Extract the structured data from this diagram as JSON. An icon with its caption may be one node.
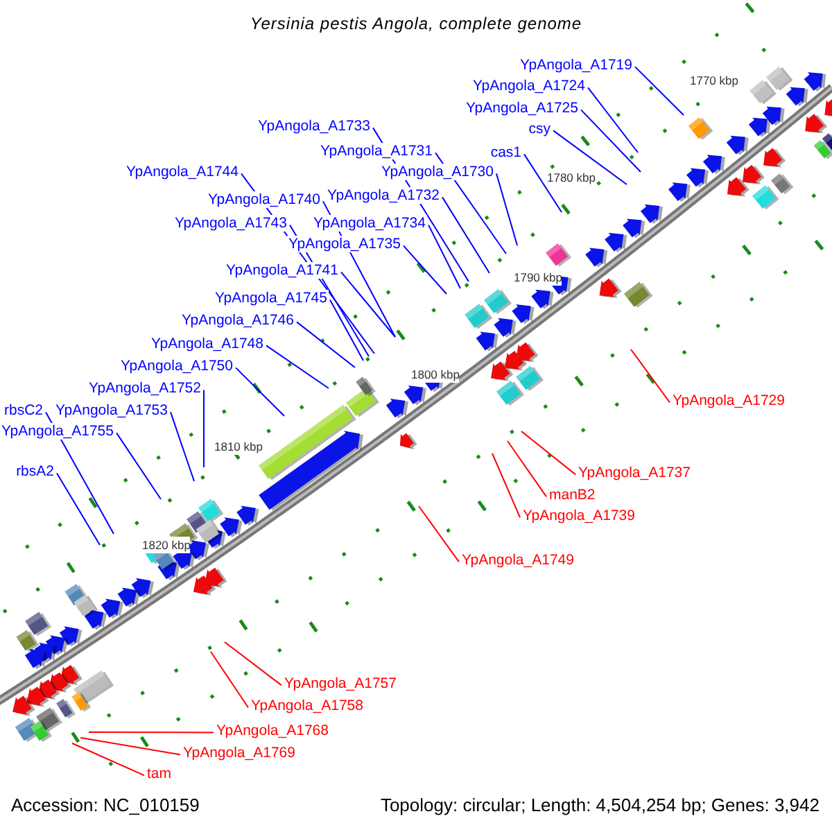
{
  "diagram": {
    "title": "Yersinia pestis Angola, complete genome",
    "nodes": [
      {
        "text": [
          "YpAngola_A1719"
        ]
      },
      {
        "text": [
          "YpAngola_A1724"
        ]
      },
      {
        "text": [
          "YpAngola_A1725"
        ]
      },
      {
        "text": [
          "YpAngola_A1733"
        ]
      },
      {
        "text": [
          "csy"
        ]
      },
      {
        "text": [
          "YpAngola_A1731"
        ]
      },
      {
        "text": [
          "cas1"
        ]
      },
      {
        "text": [
          "YpAngola_A1744"
        ]
      },
      {
        "text": [
          "YpAngola_A1730"
        ]
      },
      {
        "text": [
          "YpAngola_A1732"
        ]
      },
      {
        "text": [
          "YpAngola_A1740"
        ]
      },
      {
        "text": [
          "YpAngola_A1743"
        ]
      },
      {
        "text": [
          "YpAngola_A1734"
        ]
      },
      {
        "text": [
          "YpAngola_A1735"
        ]
      },
      {
        "text": [
          "YpAngola_A1741"
        ]
      },
      {
        "text": [
          "YpAngola_A1745"
        ]
      },
      {
        "text": [
          "YpAngola_A1746"
        ]
      },
      {
        "text": [
          "YpAngola_A1748"
        ]
      },
      {
        "text": [
          "YpAngola_A1750"
        ]
      },
      {
        "text": [
          "YpAngola_A1729"
        ]
      },
      {
        "text": [
          "YpAngola_A1752"
        ]
      },
      {
        "text": [
          "rbsC2"
        ]
      },
      {
        "text": [
          "YpAngola_A1753"
        ]
      },
      {
        "text": [
          "YpAngola_A1755"
        ]
      },
      {
        "text": [
          "rbsA2"
        ]
      },
      {
        "text": [
          "YpAngola_A1737"
        ]
      },
      {
        "text": [
          "manB2"
        ]
      },
      {
        "text": [
          "YpAngola_A1739"
        ]
      },
      {
        "text": [
          "YpAngola_A1749"
        ]
      },
      {
        "text": [
          "YpAngola_A1757"
        ]
      },
      {
        "text": [
          "YpAngola_A1758"
        ]
      },
      {
        "text": [
          "YpAngola_A1768"
        ]
      },
      {
        "text": [
          "YpAngola_A1769"
        ]
      },
      {
        "text": [
          "tam"
        ]
      }
    ],
    "edges": [
      {
        "from": 0,
        "to": null,
        "arrow": "none"
      },
      {
        "from": 1,
        "to": null,
        "arrow": "none"
      },
      {
        "from": 2,
        "to": null,
        "arrow": "none"
      },
      {
        "from": 3,
        "to": null,
        "arrow": "none"
      },
      {
        "from": 4,
        "to": null,
        "arrow": "none"
      },
      {
        "from": 5,
        "to": null,
        "arrow": "none"
      },
      {
        "from": 6,
        "to": null,
        "arrow": "none"
      },
      {
        "from": 7,
        "to": null,
        "arrow": "none"
      },
      {
        "from": 8,
        "to": null,
        "arrow": "none"
      },
      {
        "from": 9,
        "to": null,
        "arrow": "none"
      },
      {
        "from": 10,
        "to": null,
        "arrow": "none"
      },
      {
        "from": 11,
        "to": null,
        "arrow": "none"
      },
      {
        "from": 12,
        "to": null,
        "arrow": "none"
      },
      {
        "from": 13,
        "to": null,
        "arrow": "none"
      },
      {
        "from": 14,
        "to": null,
        "arrow": "none"
      },
      {
        "from": 15,
        "to": null,
        "arrow": "none"
      },
      {
        "from": 16,
        "to": null,
        "arrow": "none"
      },
      {
        "from": 17,
        "to": null,
        "arrow": "none"
      },
      {
        "from": 18,
        "to": null,
        "arrow": "none"
      },
      {
        "from": 19,
        "to": null,
        "arrow": "none",
        "color": "#ff0000"
      },
      {
        "from": 20,
        "to": null,
        "arrow": "none"
      },
      {
        "from": 21,
        "to": null,
        "arrow": "none"
      },
      {
        "from": 22,
        "to": null,
        "arrow": "none"
      },
      {
        "from": 23,
        "to": null,
        "arrow": "none"
      },
      {
        "from": 24,
        "to": null,
        "arrow": "none"
      },
      {
        "from": 25,
        "to": null,
        "arrow": "none",
        "color": "#ff0000"
      },
      {
        "from": 26,
        "to": null,
        "arrow": "none",
        "color": "#ff0000"
      },
      {
        "from": 27,
        "to": null,
        "arrow": "none",
        "color": "#ff0000"
      },
      {
        "from": 28,
        "to": null,
        "arrow": "none",
        "color": "#ff0000"
      },
      {
        "from": 29,
        "to": null,
        "arrow": "none",
        "color": "#ff0000"
      },
      {
        "from": 30,
        "to": null,
        "arrow": "none",
        "color": "#ff0000"
      },
      {
        "from": 31,
        "to": null,
        "arrow": "none",
        "color": "#ff0000"
      },
      {
        "from": 32,
        "to": null,
        "arrow": "none",
        "color": "#ff0000"
      },
      {
        "from": 33,
        "to": null,
        "arrow": "none",
        "color": "#ff0000"
      }
    ],
    "labels": [
      "1770 kbp",
      "1780 kbp",
      "1790 kbp",
      "1800 kbp",
      "1810 kbp",
      "1820 kbp",
      "Accession: NC_010159",
      "Topology: circular; Length: 4,504,254 bp; Genes: 3,942"
    ]
  }
}
